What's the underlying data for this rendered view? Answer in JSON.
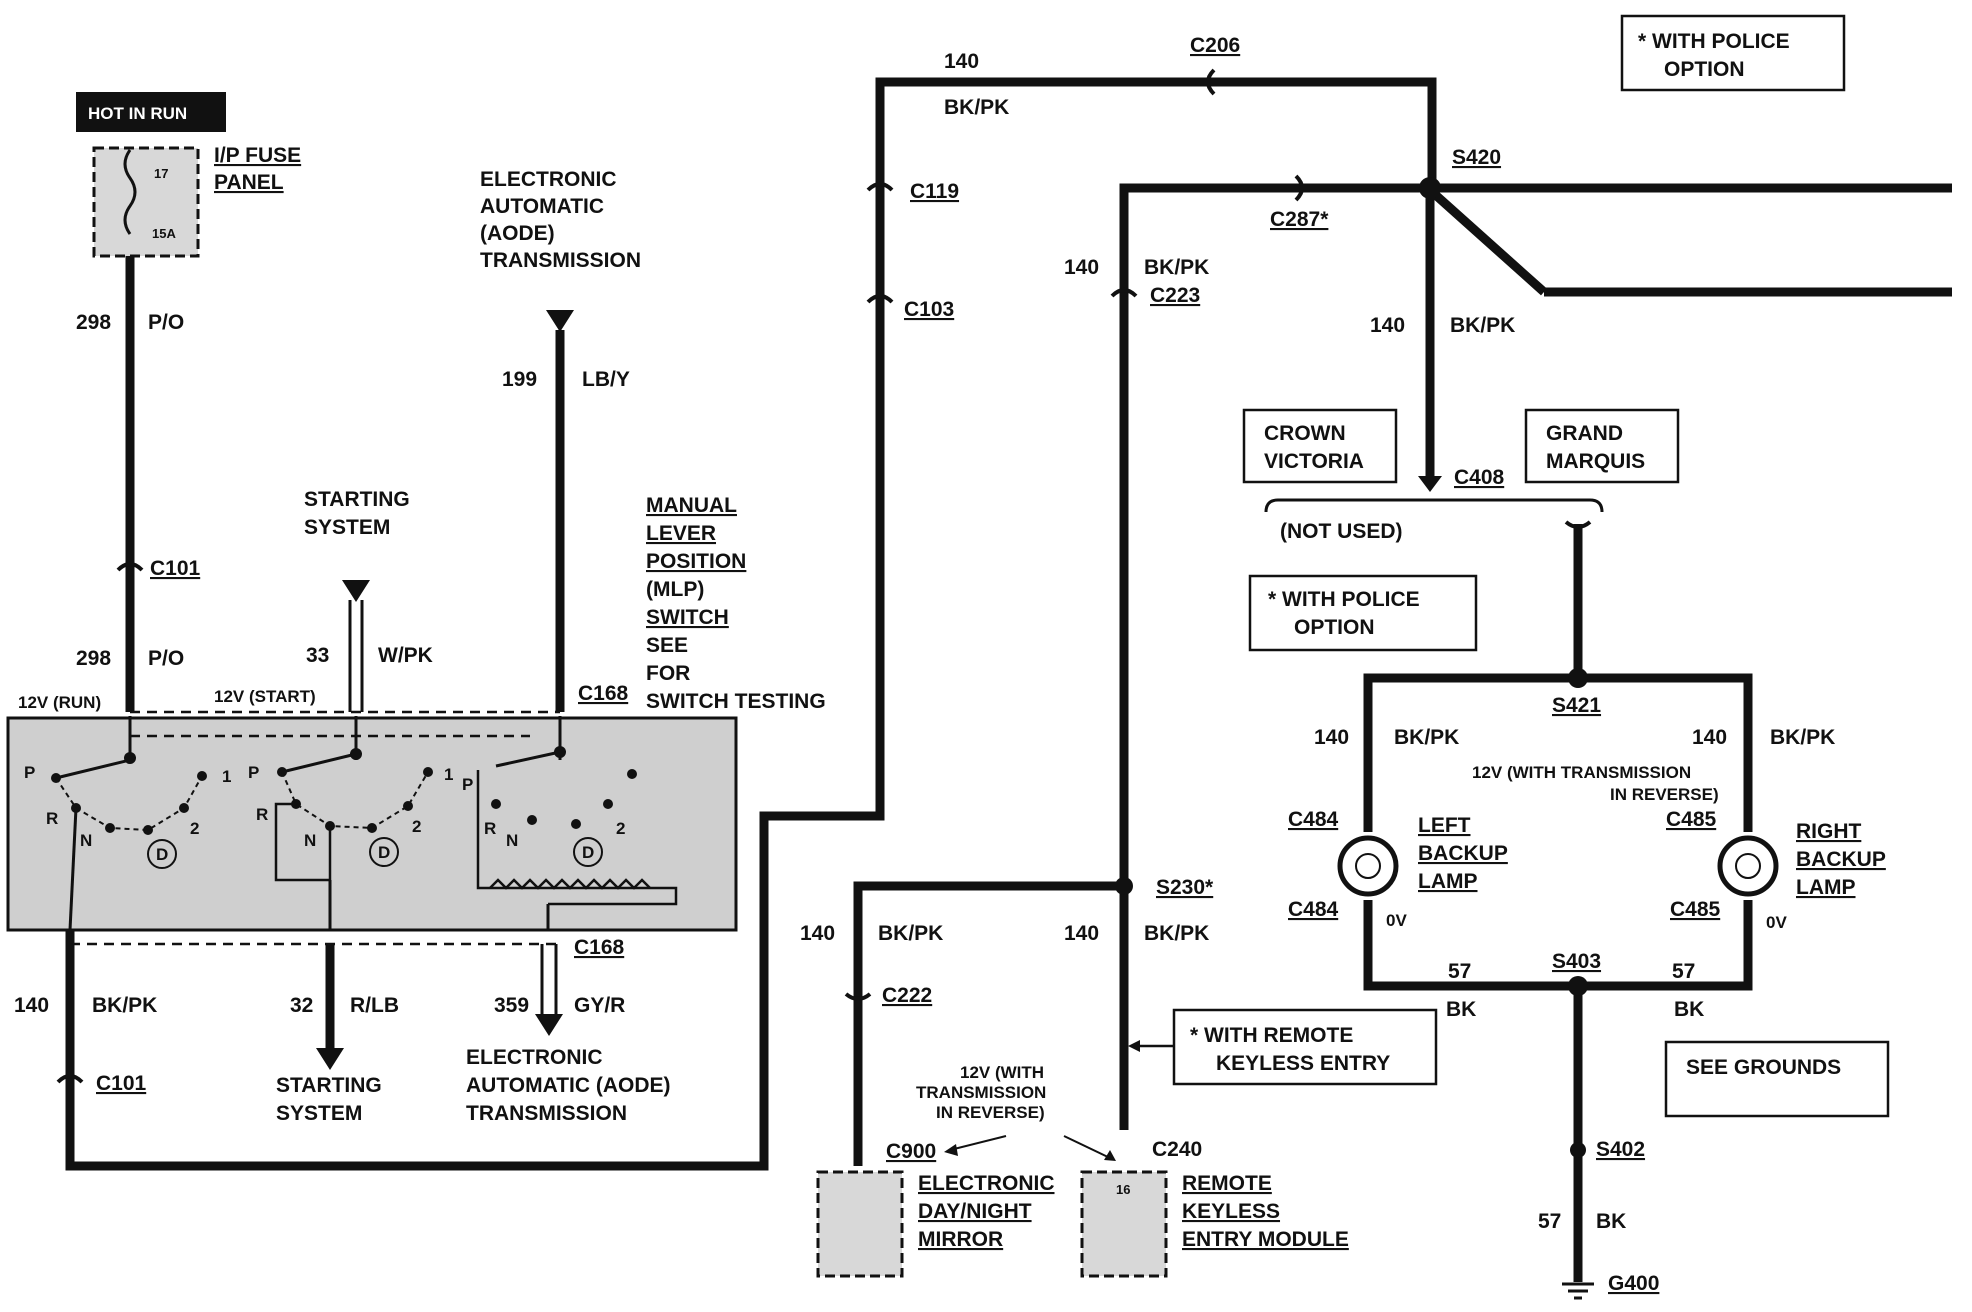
{
  "header": {
    "hot_in_run": "HOT IN RUN",
    "fuse_panel": [
      "I/P FUSE",
      "PANEL"
    ],
    "fuse_number": "17",
    "fuse_rating": "15A",
    "police_option_note": [
      "* WITH POLICE",
      "OPTION"
    ]
  },
  "transmission_top": [
    "ELECTRONIC",
    "AUTOMATIC",
    "(AODE)",
    "TRANSMISSION"
  ],
  "starting_system_top": [
    "STARTING",
    "SYSTEM"
  ],
  "mlp_switch": [
    "MANUAL",
    "LEVER",
    "POSITION",
    "(MLP)",
    "SWITCH",
    "SEE",
    "FOR",
    "SWITCH TESTING"
  ],
  "switch": {
    "positions": [
      "P",
      "R",
      "N",
      "D",
      "2",
      "1"
    ],
    "voltage_run": "12V (RUN)",
    "voltage_start": "12V (START)"
  },
  "wires": {
    "w298_num": "298",
    "w298_color": "P/O",
    "w199_num": "199",
    "w199_color": "LB/Y",
    "w33_num": "33",
    "w33_color": "W/PK",
    "w140_num": "140",
    "w140_color": "BK/PK",
    "w32_num": "32",
    "w32_color": "R/LB",
    "w359_num": "359",
    "w359_color": "GY/R",
    "w57_num": "57",
    "w57_color": "BK"
  },
  "connectors": {
    "c101": "C101",
    "c168": "C168",
    "c119": "C119",
    "c103": "C103",
    "c206": "C206",
    "c223": "C223",
    "c287": "C287*",
    "c408": "C408",
    "c222": "C222",
    "c900": "C900",
    "c240": "C240",
    "c484": "C484",
    "c485": "C485"
  },
  "splices": {
    "s420": "S420",
    "s421": "S421",
    "s230": "S230*",
    "s403": "S403",
    "s402": "S402",
    "g400": "G400"
  },
  "bottom_labels": {
    "starting_system": [
      "STARTING",
      "SYSTEM"
    ],
    "transmission": [
      "ELECTRONIC",
      "AUTOMATIC (AODE)",
      "TRANSMISSION"
    ]
  },
  "vehicles": {
    "crown_victoria": [
      "CROWN",
      "VICTORIA"
    ],
    "grand_marquis": [
      "GRAND",
      "MARQUIS"
    ],
    "not_used": "(NOT USED)"
  },
  "reverse_voltage": [
    "12V (WITH TRANSMISSION",
    "IN REVERSE)"
  ],
  "reverse_voltage_short": [
    "12V (WITH",
    "TRANSMISSION",
    "IN REVERSE)"
  ],
  "lamps": {
    "left": [
      "LEFT",
      "BACKUP",
      "LAMP"
    ],
    "right": [
      "RIGHT",
      "BACKUP",
      "LAMP"
    ],
    "zero_volts": "0V"
  },
  "remote_keyless_note": [
    "* WITH REMOTE",
    "KEYLESS ENTRY"
  ],
  "mirror": [
    "ELECTRONIC",
    "DAY/NIGHT",
    "MIRROR"
  ],
  "rke_module": [
    "REMOTE",
    "KEYLESS",
    "ENTRY MODULE"
  ],
  "rke_pin": "16",
  "see_grounds": "SEE GROUNDS"
}
